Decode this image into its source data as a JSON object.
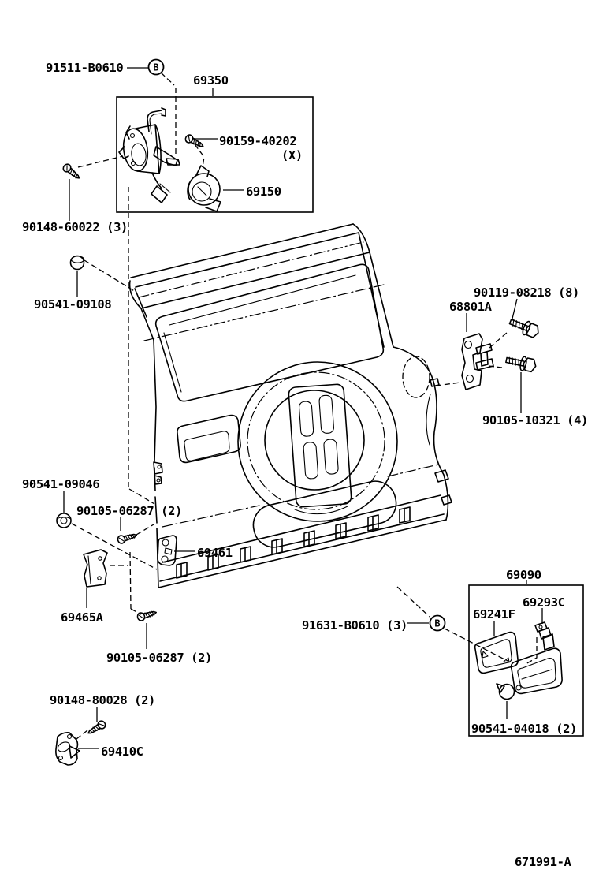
{
  "doc": {
    "number": "671991-A"
  },
  "colors": {
    "ink": "#000000",
    "paper": "#ffffff"
  },
  "markers": {
    "b1": "B",
    "b2": "B"
  },
  "parts": {
    "p91511": {
      "label": "91511-B0610"
    },
    "p69350": {
      "label": "69350"
    },
    "p90159": {
      "label": "90159-40202",
      "note": "(X)"
    },
    "p69150": {
      "label": "69150"
    },
    "p90148_60022": {
      "label": "90148-60022 (3)"
    },
    "p90541_09108": {
      "label": "90541-09108"
    },
    "p90119_08218": {
      "label": "90119-08218 (8)"
    },
    "p68801A": {
      "label": "68801A"
    },
    "p90105_10321": {
      "label": "90105-10321 (4)"
    },
    "p90541_09046": {
      "label": "90541-09046"
    },
    "p90105_06287a": {
      "label": "90105-06287 (2)"
    },
    "p69461": {
      "label": "69461"
    },
    "p69465A": {
      "label": "69465A"
    },
    "p90105_06287b": {
      "label": "90105-06287 (2)"
    },
    "p90148_80028": {
      "label": "90148-80028 (2)"
    },
    "p69410C": {
      "label": "69410C"
    },
    "p91631": {
      "label": "91631-B0610 (3)"
    },
    "p69090": {
      "label": "69090"
    },
    "p69293C": {
      "label": "69293C"
    },
    "p69241F": {
      "label": "69241F"
    },
    "p90541_04018": {
      "label": "90541-04018 (2)"
    }
  }
}
